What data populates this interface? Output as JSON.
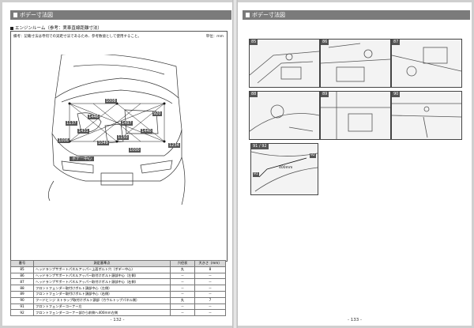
{
  "left_page": {
    "header": "ボデー寸法図",
    "subheader": "エンジンルーム（参考：実車直線距離寸法）",
    "note": "備考：記載寸法は寺何での実距寸法であるため、参考数値として使用すること。",
    "unit": "単位：mm",
    "diagram_tags": [
      "1008",
      "1446",
      "1497",
      "1431",
      "1440",
      "1006",
      "920",
      "1049",
      "1150",
      "1137",
      "1234",
      "1000"
    ],
    "location_label": "ボデー中心",
    "table": {
      "headers": [
        "番号",
        "測定基準点",
        "穴径状",
        "大きさ（mm）"
      ],
      "rows": [
        [
          "85",
          "ヘッドランプサポートパネルアッパー上面ボルト穴（ボデー中心）",
          "丸",
          "8"
        ],
        [
          "86",
          "ヘッドランプサポートパネルアッパー取付けボルト頭部中心（左側）",
          "－",
          "－"
        ],
        [
          "87",
          "ヘッドランプサポートパネルアッパー取付けボルト頭部中心（右側）",
          "－",
          "－"
        ],
        [
          "88",
          "フロントフェンダー取付けボルト頭部中心（左側）",
          "－",
          "－"
        ],
        [
          "89",
          "フロントフェンダー取付けボルト頭部中心（右側）",
          "－",
          "－"
        ],
        [
          "90",
          "フードヒンジ ストラップ取付けボルト頭部（カウルトップパネル側）",
          "丸",
          "7"
        ],
        [
          "91",
          "フロントフェンダーコーナー左",
          "－",
          "－"
        ],
        [
          "92",
          "フロントフェンダーコーナー部から前側へ400mm左側",
          "－",
          "－"
        ]
      ]
    },
    "page_number": "- 132 -"
  },
  "right_page": {
    "header": "ボデー寸法図",
    "photos": [
      {
        "label": "85"
      },
      {
        "label": "86"
      },
      {
        "label": "87"
      },
      {
        "label": "88"
      },
      {
        "label": "89"
      },
      {
        "label": "90"
      }
    ],
    "big_photo": {
      "label": "91 / 92",
      "dim": "400mm",
      "side_tags": [
        "92",
        "91"
      ]
    },
    "page_number": "- 133 -"
  }
}
